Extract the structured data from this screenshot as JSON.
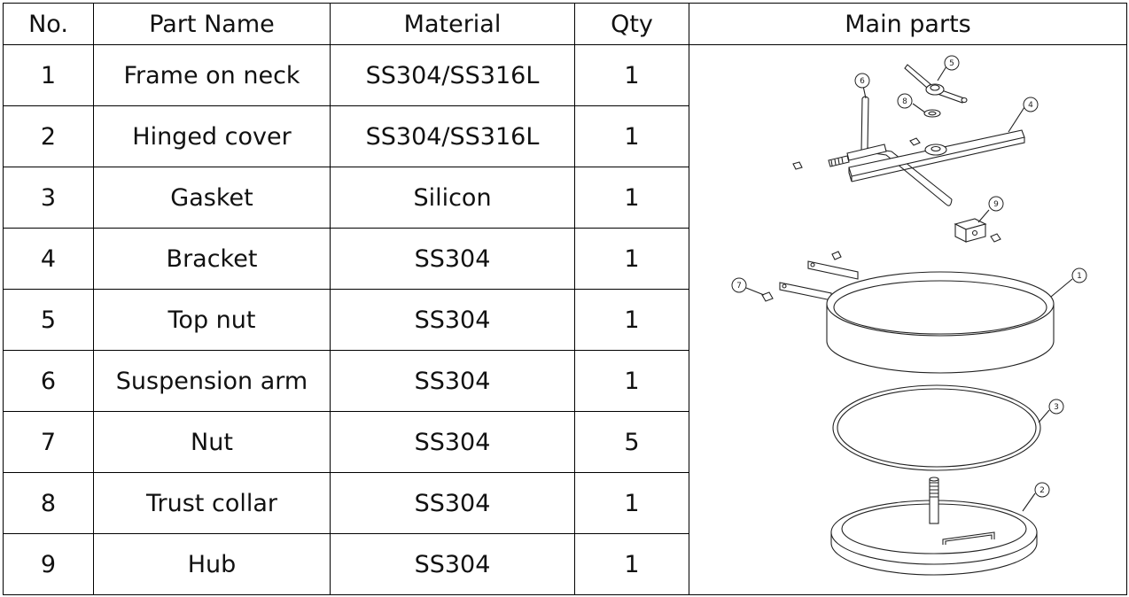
{
  "headers": {
    "no": "No.",
    "part_name": "Part Name",
    "material": "Material",
    "qty": "Qty",
    "main_parts": "Main parts"
  },
  "rows": [
    {
      "no": "1",
      "name": "Frame on neck",
      "material": "SS304/SS316L",
      "qty": "1"
    },
    {
      "no": "2",
      "name": "Hinged cover",
      "material": "SS304/SS316L",
      "qty": "1"
    },
    {
      "no": "3",
      "name": "Gasket",
      "material": "Silicon",
      "qty": "1"
    },
    {
      "no": "4",
      "name": "Bracket",
      "material": "SS304",
      "qty": "1"
    },
    {
      "no": "5",
      "name": "Top nut",
      "material": "SS304",
      "qty": "1"
    },
    {
      "no": "6",
      "name": "Suspension arm",
      "material": "SS304",
      "qty": "1"
    },
    {
      "no": "7",
      "name": "Nut",
      "material": "SS304",
      "qty": "5"
    },
    {
      "no": "8",
      "name": "Trust collar",
      "material": "SS304",
      "qty": "1"
    },
    {
      "no": "9",
      "name": "Hub",
      "material": "SS304",
      "qty": "1"
    }
  ],
  "callouts": [
    "1",
    "2",
    "3",
    "4",
    "5",
    "6",
    "7",
    "8",
    "9"
  ]
}
